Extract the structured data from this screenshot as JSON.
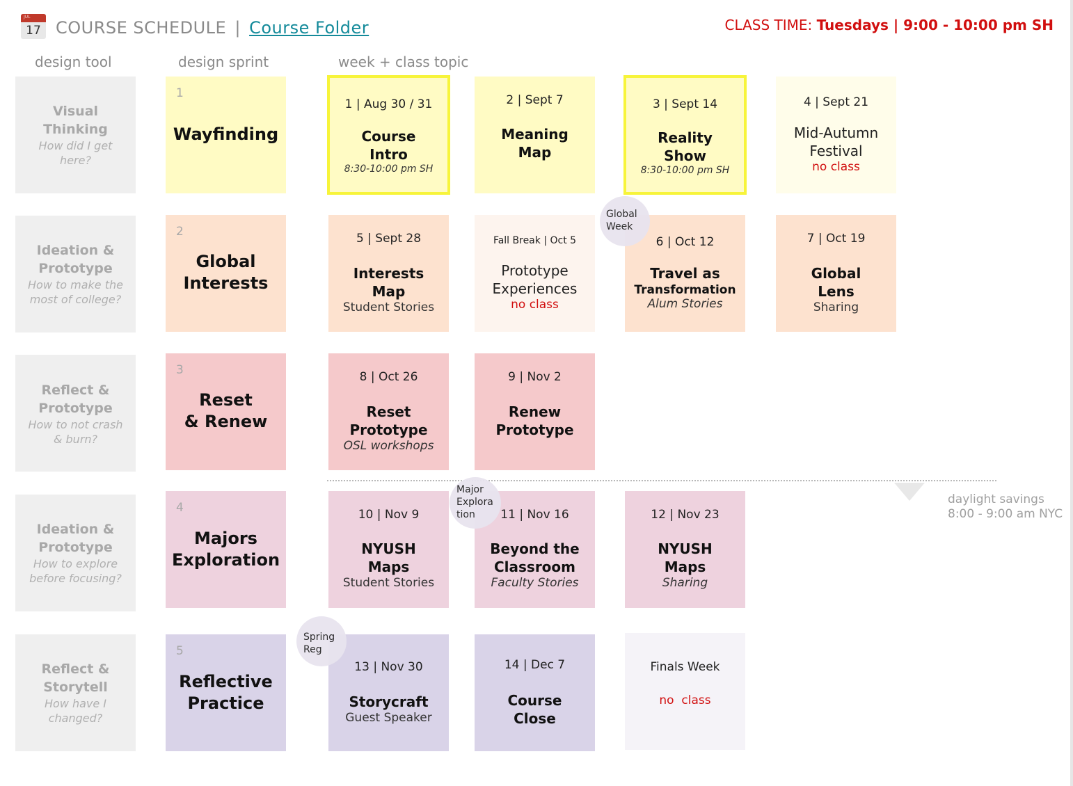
{
  "header": {
    "calendar_icon_month": "JUL",
    "calendar_icon_day": "17",
    "title": "COURSE SCHEDULE",
    "separator": "|",
    "folder_link": "Course Folder",
    "class_time_label": "CLASS TIME:",
    "class_time_value": "Tuesdays | 9:00 - 10:00 pm SH"
  },
  "columns": {
    "design_tool": "design tool",
    "design_sprint": "design sprint",
    "week_topic": "week + class  topic"
  },
  "rows": [
    {
      "tool": {
        "title_1": "Visual",
        "title_2": "Thinking",
        "q_1": "How did I get",
        "q_2": "here?"
      },
      "sprint": {
        "number": "1",
        "title_1": "Wayfinding"
      },
      "weeks": [
        {
          "date": "1 | Aug 30 / 31",
          "title_1": "Course",
          "title_2": "Intro",
          "sub": "8:30-10:00 pm SH"
        },
        {
          "date": "2 | Sept 7",
          "title_1": "Meaning",
          "title_2": "Map"
        },
        {
          "date": "3 | Sept 14",
          "title_1": "Reality",
          "title_2": "Show",
          "sub": "8:30-10:00 pm SH"
        },
        {
          "date": "4 | Sept 21",
          "title_1": "Mid-Autumn",
          "title_2": "Festival",
          "noclass": "no class"
        }
      ]
    },
    {
      "tool": {
        "title_1": "Ideation &",
        "title_2": "Prototype",
        "q_1": "How to make the",
        "q_2": "most of college?"
      },
      "sprint": {
        "number": "2",
        "title_1": "Global",
        "title_2": "Interests"
      },
      "weeks": [
        {
          "date": "5 | Sept 28",
          "title_1": "Interests",
          "title_2": "Map",
          "sub": "Student Stories"
        },
        {
          "date": "Fall Break  | Oct 5",
          "title_1": "Prototype",
          "title_2": "Experiences",
          "noclass": "no class"
        },
        {
          "date": "6 | Oct 12",
          "title_1": "Travel as",
          "title_2": "Transformation",
          "sub": "Alum Stories"
        },
        {
          "date": "7 | Oct 19",
          "title_1": "Global",
          "title_2": "Lens",
          "sub": "Sharing"
        }
      ]
    },
    {
      "tool": {
        "title_1": "Reflect &",
        "title_2": "Prototype",
        "q_1": "How to not crash",
        "q_2": "& burn?"
      },
      "sprint": {
        "number": "3",
        "title_1": "Reset",
        "title_2": "& Renew"
      },
      "weeks": [
        {
          "date": "8 | Oct 26",
          "title_1": "Reset",
          "title_2": "Prototype",
          "sub": "OSL workshops"
        },
        {
          "date": "9 | Nov 2",
          "title_1": "Renew",
          "title_2": "Prototype"
        }
      ]
    },
    {
      "tool": {
        "title_1": "Ideation &",
        "title_2": "Prototype",
        "q_1": "How to explore",
        "q_2": "before focusing?"
      },
      "sprint": {
        "number": "4",
        "title_1": "Majors",
        "title_2": "Exploration"
      },
      "weeks": [
        {
          "date": "10 | Nov 9",
          "title_1": "NYUSH",
          "title_2": "Maps",
          "sub": "Student Stories"
        },
        {
          "date": "11 | Nov 16",
          "title_1": "Beyond the",
          "title_2": "Classroom",
          "sub": "Faculty Stories"
        },
        {
          "date": "12 | Nov 23",
          "title_1": "NYUSH",
          "title_2": "Maps",
          "sub": "Sharing"
        }
      ]
    },
    {
      "tool": {
        "title_1": "Reflect &",
        "title_2": "Storytell",
        "q_1": "How have I",
        "q_2": "changed?"
      },
      "sprint": {
        "number": "5",
        "title_1": "Reflective",
        "title_2": "Practice"
      },
      "weeks": [
        {
          "date": "13 | Nov 30",
          "title_1": "Storycraft",
          "sub": "Guest Speaker"
        },
        {
          "date": "14 | Dec 7",
          "title_1": "Course",
          "title_2": "Close"
        },
        {
          "date": "Finals Week",
          "noclass": "no  class"
        }
      ]
    }
  ],
  "bubbles": {
    "global_week_1": "Global",
    "global_week_2": "Week",
    "major_1": "Major",
    "major_2": "Explora",
    "major_3": "tion",
    "spring_1": "Spring",
    "spring_2": "Reg"
  },
  "daylight": {
    "line_1": "daylight savings",
    "line_2": "8:00 - 9:00 am NYC"
  },
  "colors": {
    "accent_red": "#d10f0f",
    "link_teal": "#138a9a",
    "highlight_yellow": "#f7f43a"
  }
}
